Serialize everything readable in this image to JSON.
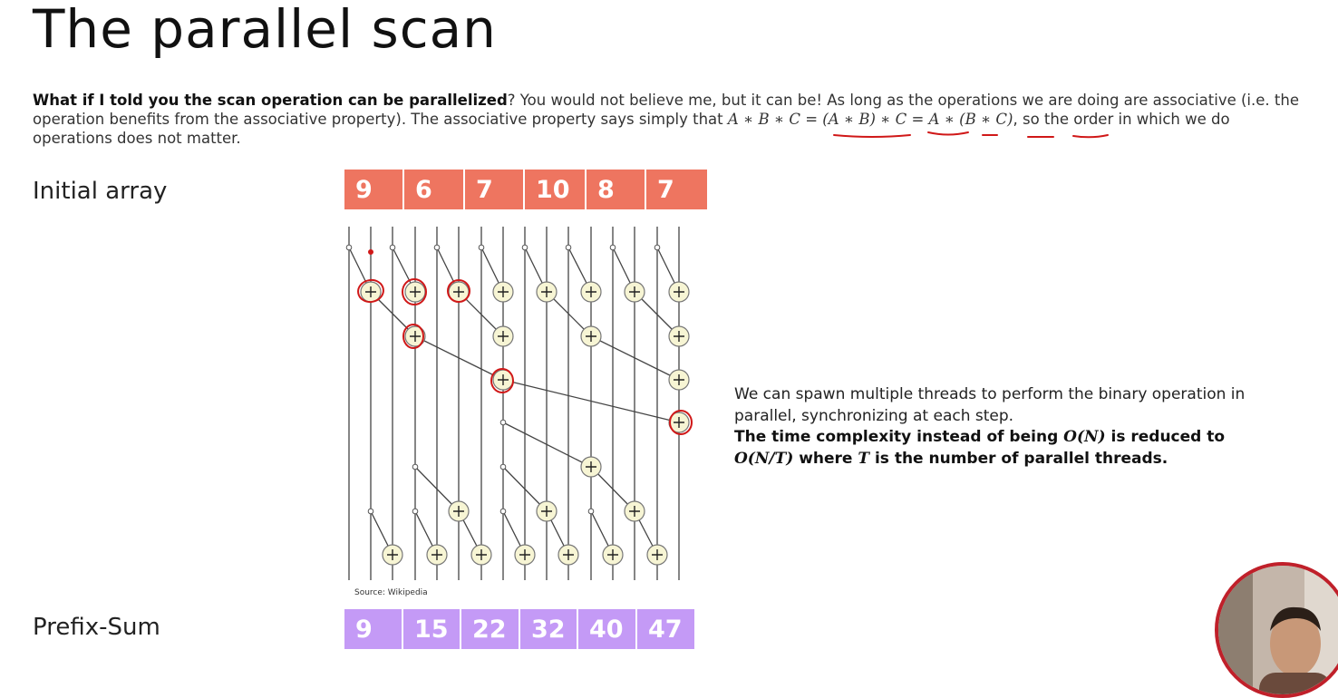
{
  "title": "The parallel scan",
  "intro": {
    "bold": "What if I told you the scan operation can be parallelized",
    "text1": "? You would not believe me, but it can be! As long as the operations we are doing are associative (i.e. the operation benefits from the associative property). The associative property says simply that ",
    "formula": "A ∗ B ∗ C = (A ∗ B) ∗ C = A ∗ (B ∗ C)",
    "text2": ", so the order in which we do operations does not matter."
  },
  "initial": {
    "label": "Initial array",
    "values": [
      "9",
      "6",
      "7",
      "10",
      "8",
      "7"
    ]
  },
  "prefix": {
    "label": "Prefix-Sum",
    "values": [
      "9",
      "15",
      "22",
      "32",
      "40",
      "47"
    ]
  },
  "side": {
    "line1": "We can spawn multiple threads to perform the binary operation in parallel, synchronizing at each step.",
    "bold_a": "The time complexity instead of being ",
    "on": "O(N)",
    "bold_b": " is reduced to ",
    "ont": "O(N/T)",
    "bold_c": " where ",
    "t": "T",
    "bold_d": " is the number of parallel threads."
  },
  "source": "Source: Wikipedia",
  "colors": {
    "initial": "#ee7560",
    "prefix": "#c49af6",
    "node": "#f7f5d4",
    "annotation": "#d01818"
  }
}
